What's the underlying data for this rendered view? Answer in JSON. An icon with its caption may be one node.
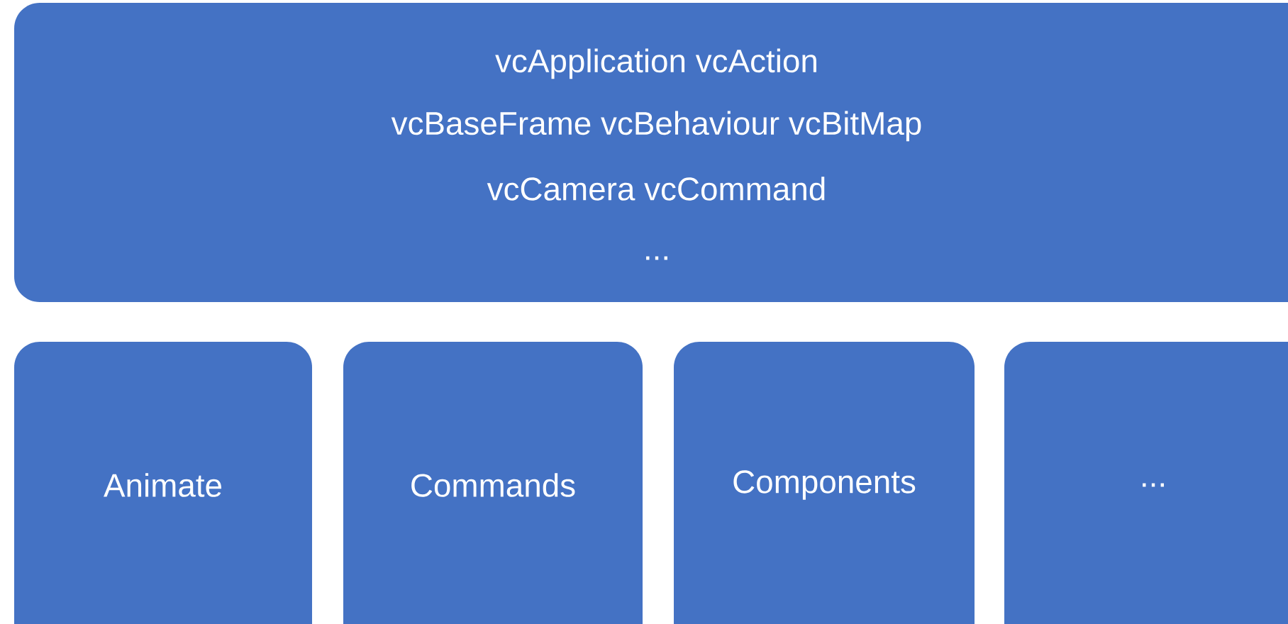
{
  "diagram": {
    "nodes": [
      {
        "text": [
          "vcApplication vcAction",
          "vcBaseFrame vcBehaviour vcBitMap",
          "vcCamera vcCommand",
          "..."
        ]
      },
      {
        "text": [
          "Animate"
        ]
      },
      {
        "text": [
          "Commands"
        ]
      },
      {
        "text": [
          "Components"
        ]
      },
      {
        "text": [
          "..."
        ]
      }
    ]
  }
}
